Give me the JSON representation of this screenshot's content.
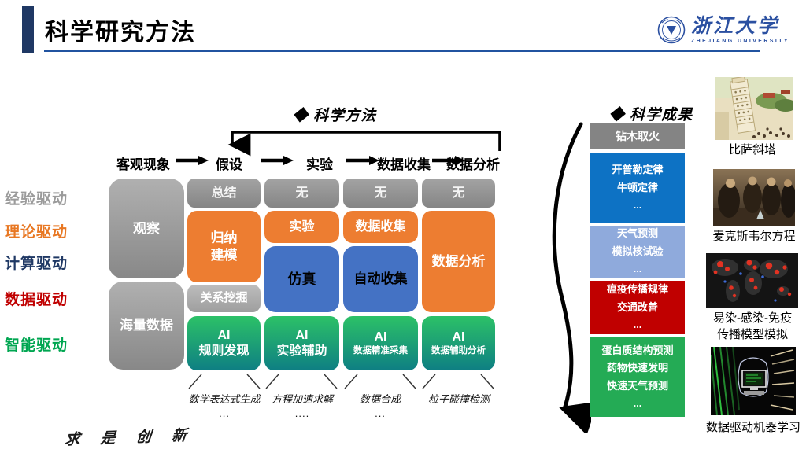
{
  "slide": {
    "title": "科学研究方法",
    "logo": {
      "name_cn": "浙江大学",
      "name_en": "ZHEJIANG UNIVERSITY"
    },
    "signature": "求是创新"
  },
  "colors": {
    "navy": "#1f3864",
    "underline_blue": "#2153a0",
    "orange": "#ed7d31",
    "cell_blue": "#4472c4",
    "green_top": "#2cc167",
    "green_bottom": "#0e7f83",
    "result_blue": "#0d72c4",
    "result_lightblue": "#8faadc",
    "result_red": "#c00000",
    "result_green": "#24ab55",
    "logo_blue": "#2b50a1"
  },
  "drives": [
    {
      "label": "经验驱动",
      "color": "#9b9b9b"
    },
    {
      "label": "理论驱动",
      "color": "#e87722"
    },
    {
      "label": "计算驱动",
      "color": "#1f3864"
    },
    {
      "label": "数据驱动",
      "color": "#c00000"
    },
    {
      "label": "智能驱动",
      "color": "#00a651"
    }
  ],
  "method": {
    "header": "◆  科学方法",
    "flow": [
      "客观现象",
      "假设",
      "实验",
      "数据收集",
      "数据分析"
    ],
    "matrix": {
      "observe": "观察",
      "mass_data": "海量数据",
      "summary": "总结",
      "none3": "无",
      "none4": "无",
      "none5": "无",
      "induction": [
        "归纳",
        "建模"
      ],
      "mining": "关系挖掘",
      "experiment": "实验",
      "simulation": "仿真",
      "data_collect": "数据收集",
      "auto_collect": "自动收集",
      "data_analysis": "数据分析",
      "ai_rule": [
        "AI",
        "规则发现"
      ],
      "ai_exp": [
        "AI",
        "实验辅助"
      ],
      "ai_collect": [
        "AI",
        "数据精准采集"
      ],
      "ai_analysis": [
        "AI",
        "数据辅助分析"
      ]
    },
    "footnotes": [
      {
        "label": "数学表达式生成",
        "dots": "..."
      },
      {
        "label": "方程加速求解",
        "dots": "...."
      },
      {
        "label": "数据合成",
        "dots": "..."
      },
      {
        "label": "粒子碰撞检测",
        "dots": ""
      }
    ]
  },
  "results": {
    "header": "◆  科学成果",
    "items": [
      {
        "lines": [
          "钻木取火"
        ]
      },
      {
        "lines": [
          "开普勒定律",
          "牛顿定律",
          "..."
        ]
      },
      {
        "lines": [
          "天气预测",
          "模拟核试验",
          "..."
        ]
      },
      {
        "lines": [
          "瘟疫传播规律",
          "交通改善",
          "..."
        ]
      },
      {
        "lines": [
          "蛋白质结构预测",
          "药物快速发明",
          "快速天气预测",
          "..."
        ]
      }
    ]
  },
  "gallery": [
    {
      "caption_lines": [
        "比萨斜塔"
      ]
    },
    {
      "caption_lines": [
        "麦克斯韦尔方程"
      ]
    },
    {
      "caption_lines": [
        "易染-感染-免疫",
        "传播模型模拟"
      ]
    },
    {
      "caption_lines": [
        "数据驱动机器学习"
      ]
    }
  ]
}
